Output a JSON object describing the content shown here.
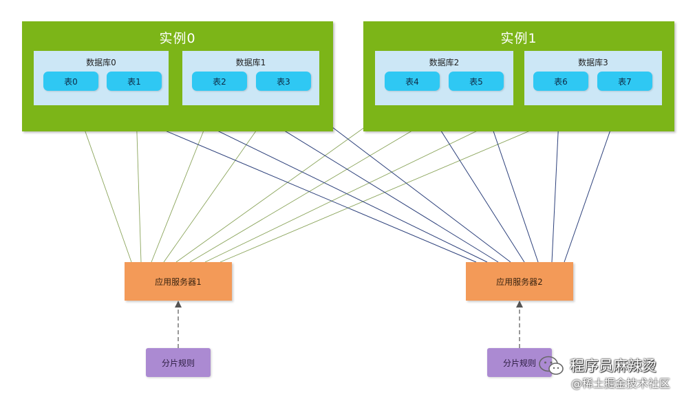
{
  "instances": [
    {
      "title": "实例0",
      "databases": [
        {
          "title": "数据库0",
          "tables": [
            "表0",
            "表1"
          ]
        },
        {
          "title": "数据库1",
          "tables": [
            "表2",
            "表3"
          ]
        }
      ]
    },
    {
      "title": "实例1",
      "databases": [
        {
          "title": "数据库2",
          "tables": [
            "表4",
            "表5"
          ]
        },
        {
          "title": "数据库3",
          "tables": [
            "表6",
            "表7"
          ]
        }
      ]
    }
  ],
  "servers": [
    {
      "label": "应用服务器1"
    },
    {
      "label": "应用服务器2"
    }
  ],
  "rules": [
    {
      "label": "分片规则"
    },
    {
      "label": "分片规则"
    }
  ],
  "watermark": {
    "name": "程序员麻辣烫",
    "site": "@稀土掘金技术社区"
  },
  "colors": {
    "instance": "#7cb518",
    "database": "#cce7f6",
    "table": "#2fc8f3",
    "server": "#f39a58",
    "rule": "#ab8ad2",
    "link_server1": "#8aa45a",
    "link_server2": "#2b3f7a",
    "dashed": "#555555"
  }
}
